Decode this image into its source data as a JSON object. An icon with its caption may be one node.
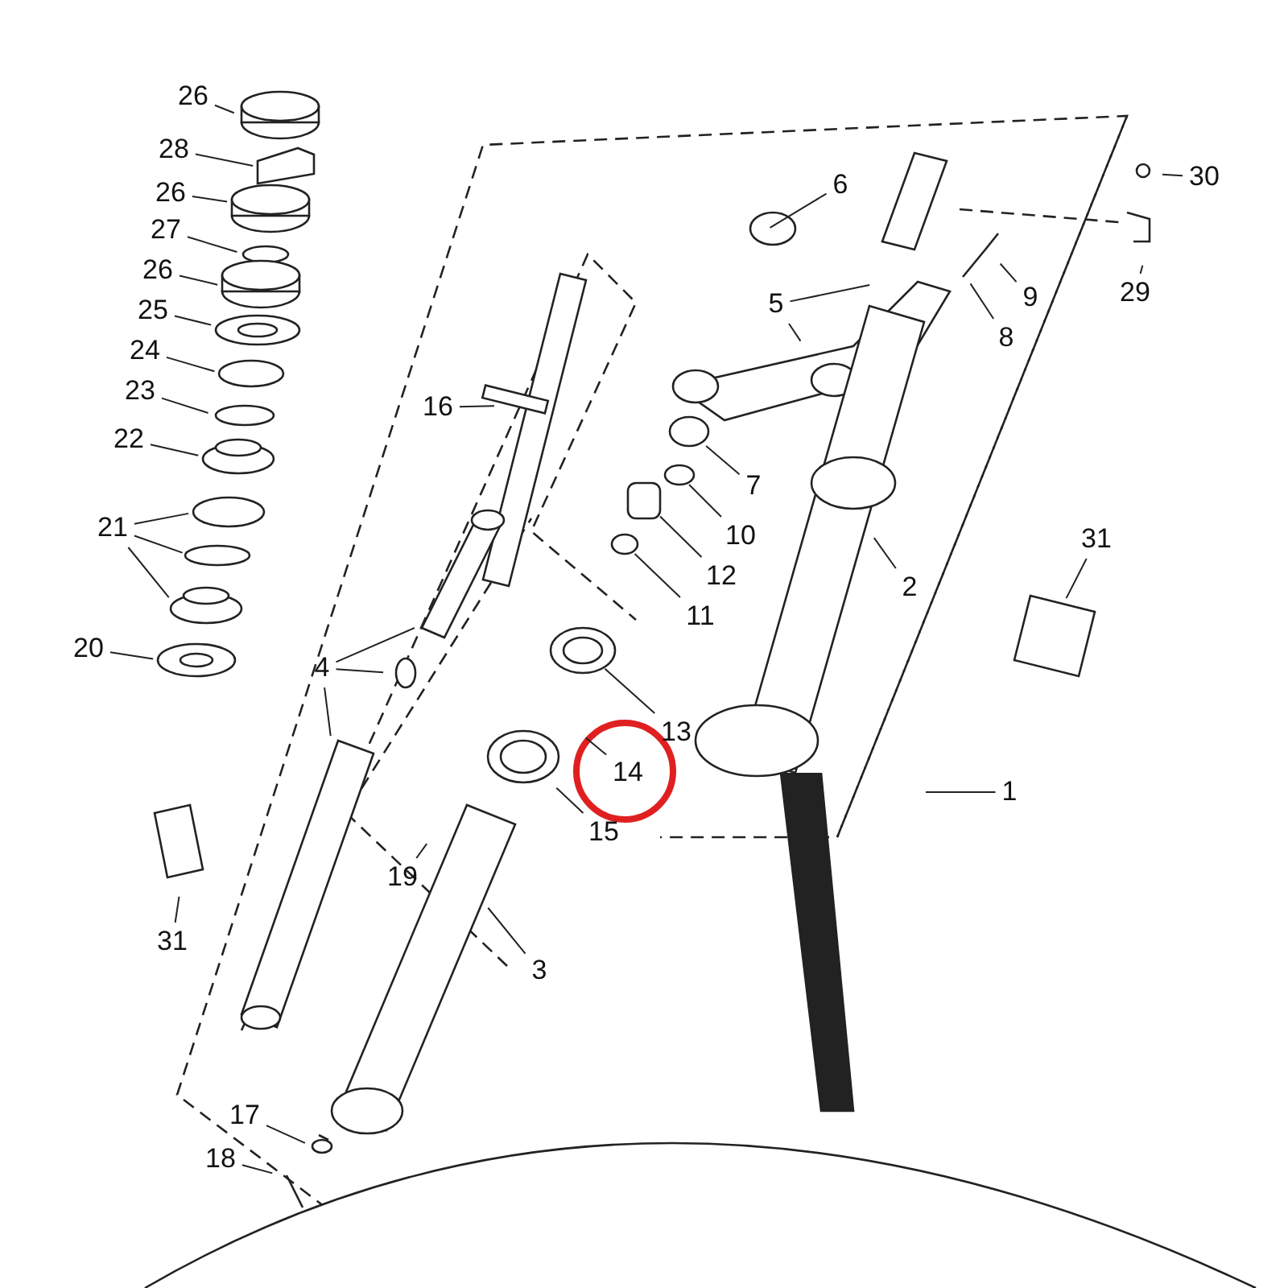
{
  "diagram": {
    "nodes": [
      {
        "text": [
          "26"
        ]
      },
      {
        "text": [
          "28"
        ]
      },
      {
        "text": [
          "26"
        ]
      },
      {
        "text": [
          "27"
        ]
      },
      {
        "text": [
          "26"
        ]
      },
      {
        "text": [
          "25"
        ]
      },
      {
        "text": [
          "24"
        ]
      },
      {
        "text": [
          "23"
        ]
      },
      {
        "text": [
          "22"
        ]
      },
      {
        "text": [
          "16"
        ]
      },
      {
        "text": [
          "21"
        ]
      },
      {
        "text": [
          "20"
        ]
      },
      {
        "text": [
          "4"
        ]
      },
      {
        "text": [
          "6"
        ]
      },
      {
        "text": [
          "5"
        ]
      },
      {
        "text": [
          "30"
        ]
      },
      {
        "text": [
          "29"
        ]
      },
      {
        "text": [
          "9"
        ]
      },
      {
        "text": [
          "8"
        ]
      },
      {
        "text": [
          "7"
        ]
      },
      {
        "text": [
          "10"
        ]
      },
      {
        "text": [
          "12"
        ]
      },
      {
        "text": [
          "11"
        ]
      },
      {
        "text": [
          "2"
        ]
      },
      {
        "text": [
          "31"
        ]
      },
      {
        "text": [
          "13"
        ]
      },
      {
        "text": [
          "14"
        ]
      },
      {
        "text": [
          "1"
        ]
      },
      {
        "text": [
          "15"
        ]
      },
      {
        "text": [
          "19"
        ]
      },
      {
        "text": [
          "31"
        ]
      },
      {
        "text": [
          "3"
        ]
      },
      {
        "text": [
          "17"
        ]
      },
      {
        "text": [
          "18"
        ]
      },
      {
        "text": [],
        "shape": "circle"
      },
      {
        "text": [],
        "shape": "circle"
      },
      {
        "text": [],
        "shape": "cylinder"
      },
      {
        "text": [],
        "shape": "circle"
      }
    ],
    "edges": [
      {
        "from": 0,
        "to": null,
        "arrow": "none"
      },
      {
        "from": 1,
        "to": null,
        "arrow": "none"
      },
      {
        "from": 2,
        "to": null,
        "arrow": "none"
      },
      {
        "from": 3,
        "to": null,
        "arrow": "none"
      },
      {
        "from": 4,
        "to": null,
        "arrow": "none"
      },
      {
        "from": 5,
        "to": null,
        "arrow": "none"
      },
      {
        "from": 6,
        "to": null,
        "arrow": "none"
      },
      {
        "from": 7,
        "to": null,
        "arrow": "none"
      },
      {
        "from": 8,
        "to": null,
        "arrow": "none"
      },
      {
        "from": 9,
        "to": null,
        "arrow": "none"
      },
      {
        "from": 10,
        "to": null,
        "arrow": "none"
      },
      {
        "from": 10,
        "to": null,
        "arrow": "none"
      },
      {
        "from": 10,
        "to": null,
        "arrow": "none"
      },
      {
        "from": 11,
        "to": null,
        "arrow": "none"
      },
      {
        "from": 12,
        "to": null,
        "arrow": "none"
      },
      {
        "from": 12,
        "to": null,
        "arrow": "none"
      },
      {
        "from": 12,
        "to": null,
        "arrow": "none"
      },
      {
        "from": 13,
        "to": null,
        "arrow": "none"
      },
      {
        "from": 14,
        "to": null,
        "arrow": "none"
      },
      {
        "from": 14,
        "to": null,
        "arrow": "none"
      },
      {
        "from": 15,
        "to": null,
        "arrow": "none"
      },
      {
        "from": 16,
        "to": null,
        "arrow": "none"
      },
      {
        "from": 17,
        "to": null,
        "arrow": "none"
      },
      {
        "from": 18,
        "to": null,
        "arrow": "none"
      },
      {
        "from": 19,
        "to": 34,
        "arrow": "none"
      },
      {
        "from": 20,
        "to": 35,
        "arrow": "none"
      },
      {
        "from": 21,
        "to": 36,
        "arrow": "none"
      },
      {
        "from": 22,
        "to": 37,
        "arrow": "none"
      },
      {
        "from": 23,
        "to": null,
        "arrow": "none"
      },
      {
        "from": 24,
        "to": null,
        "arrow": "none"
      },
      {
        "from": 25,
        "to": null,
        "arrow": "none"
      },
      {
        "from": 26,
        "to": null,
        "arrow": "none"
      },
      {
        "from": 27,
        "to": null,
        "arrow": "none"
      },
      {
        "from": 28,
        "to": null,
        "arrow": "none"
      },
      {
        "from": 29,
        "to": null,
        "arrow": "none"
      },
      {
        "from": 30,
        "to": null,
        "arrow": "none"
      },
      {
        "from": 31,
        "to": null,
        "arrow": "none"
      },
      {
        "from": 32,
        "to": null,
        "arrow": "none"
      },
      {
        "from": 33,
        "to": null,
        "arrow": "none"
      }
    ]
  }
}
